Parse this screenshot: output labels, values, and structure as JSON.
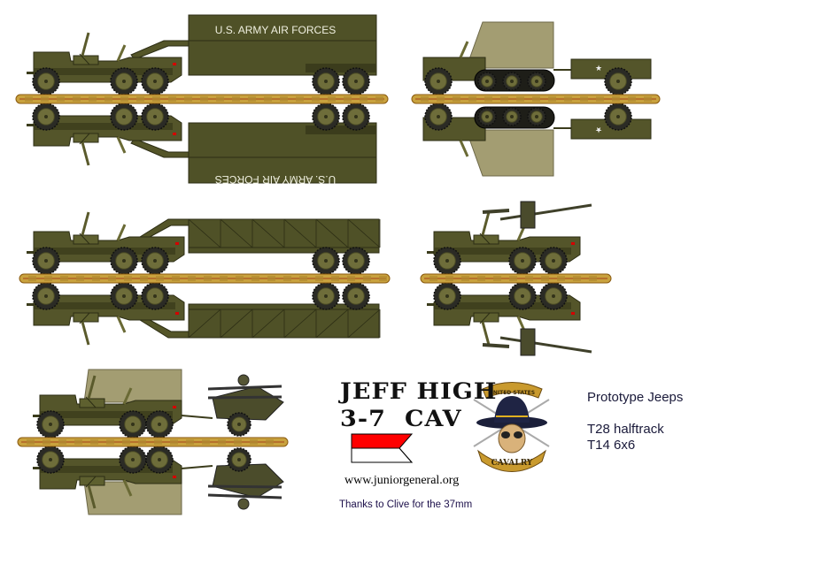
{
  "trailer_label": "U.S. ARMY AIR FORCES",
  "credit": {
    "title_line1": "JEFF HIGH",
    "title_line2": "3-7  CAV",
    "website": "www.juniorgeneral.org",
    "thanks": "Thanks to Clive for the 37mm"
  },
  "notes": {
    "heading": "Prototype Jeeps",
    "items": [
      "T28 halftrack",
      "T14 6x6"
    ]
  },
  "logo": {
    "banner_top": "UNITED STATES",
    "banner_bottom": "CAVALRY"
  },
  "flag": {
    "top_color": "#ff0000",
    "bottom_color": "#ffffff"
  },
  "colors": {
    "olive": "#54552a",
    "olive_dark": "#3b3c1c",
    "canvas": "#a39d72",
    "base_strip": "#c9a23e",
    "tire": "#2b2b25"
  }
}
